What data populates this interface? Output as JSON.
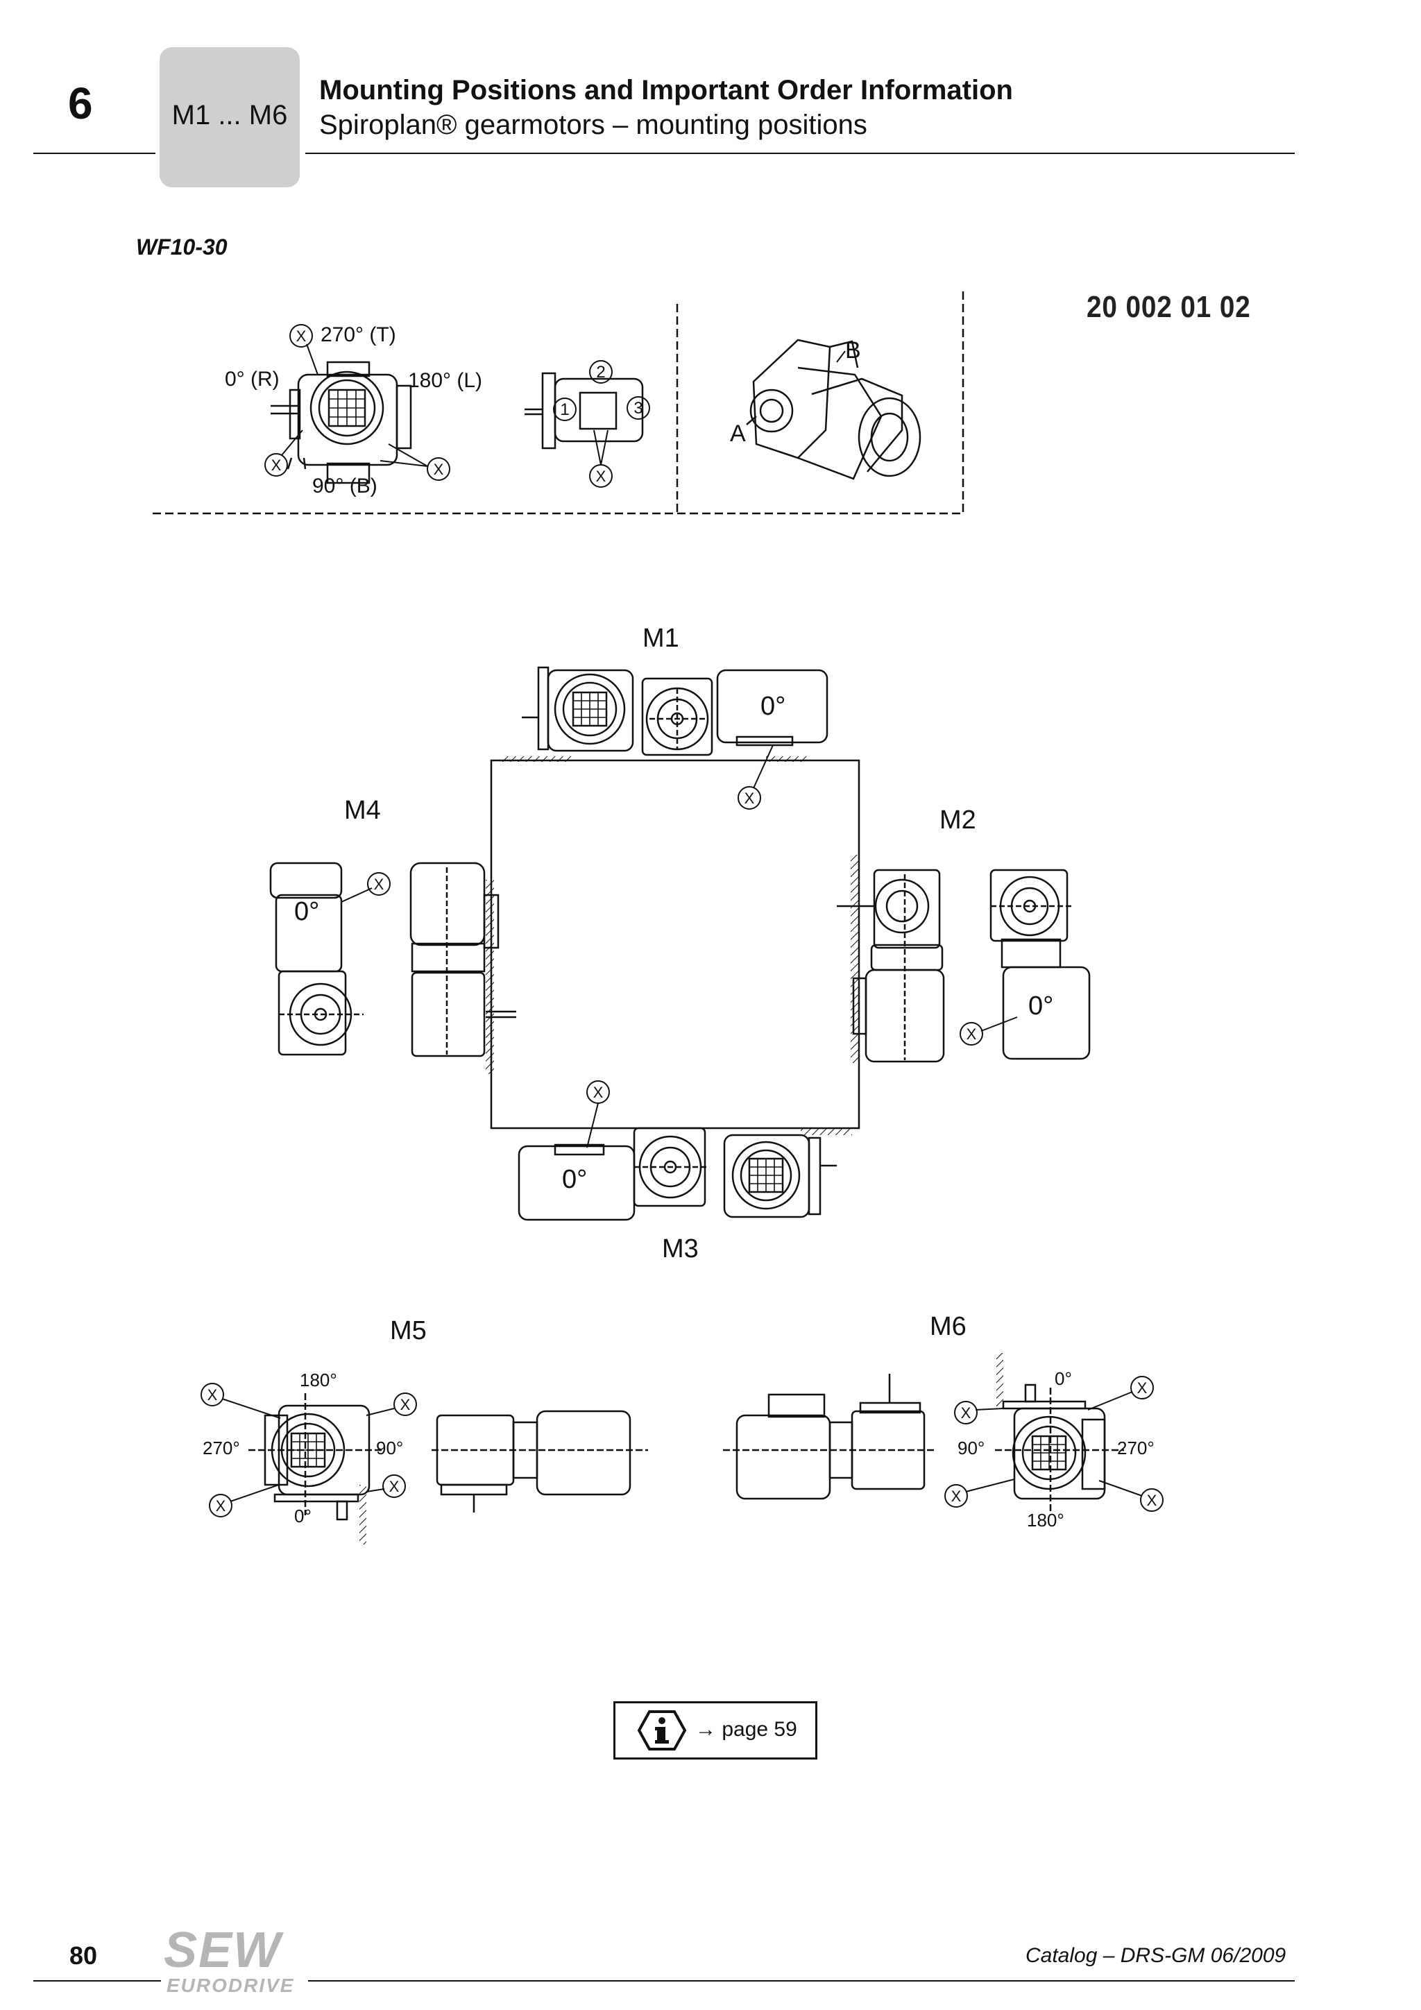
{
  "header": {
    "chapter_number": "6",
    "tab_label": "M1 ... M6",
    "title": "Mounting Positions and Important Order Information",
    "subtitle": "Spiroplan® gearmotors – mounting positions"
  },
  "type_label": "WF10-30",
  "part_number": "20 002 01 02",
  "overview": {
    "angle_top": "270° (T)",
    "angle_left": "0° (R)",
    "angle_right": "180° (L)",
    "angle_bottom": "90° (B)",
    "marker_x": "X",
    "circle_1": "1",
    "circle_2": "2",
    "circle_3": "3",
    "label_a": "A",
    "label_b": "B"
  },
  "positions": {
    "m1": "M1",
    "m2": "M2",
    "m3": "M3",
    "m4": "M4",
    "m5": "M5",
    "m6": "M6",
    "terminal_box_angle": "0°"
  },
  "m5_angles": {
    "top": "180°",
    "left": "270°",
    "right": "90°",
    "bottom": "0°"
  },
  "m6_angles": {
    "top": "0°",
    "left": "90°",
    "right": "270°",
    "bottom": "180°"
  },
  "info": {
    "icon": "info-icon",
    "reference": "→ page 59"
  },
  "footer": {
    "page_number": "80",
    "logo_main": "SEW",
    "logo_sub": "EURODRIVE",
    "catalog": "Catalog – DRS-GM 06/2009"
  }
}
